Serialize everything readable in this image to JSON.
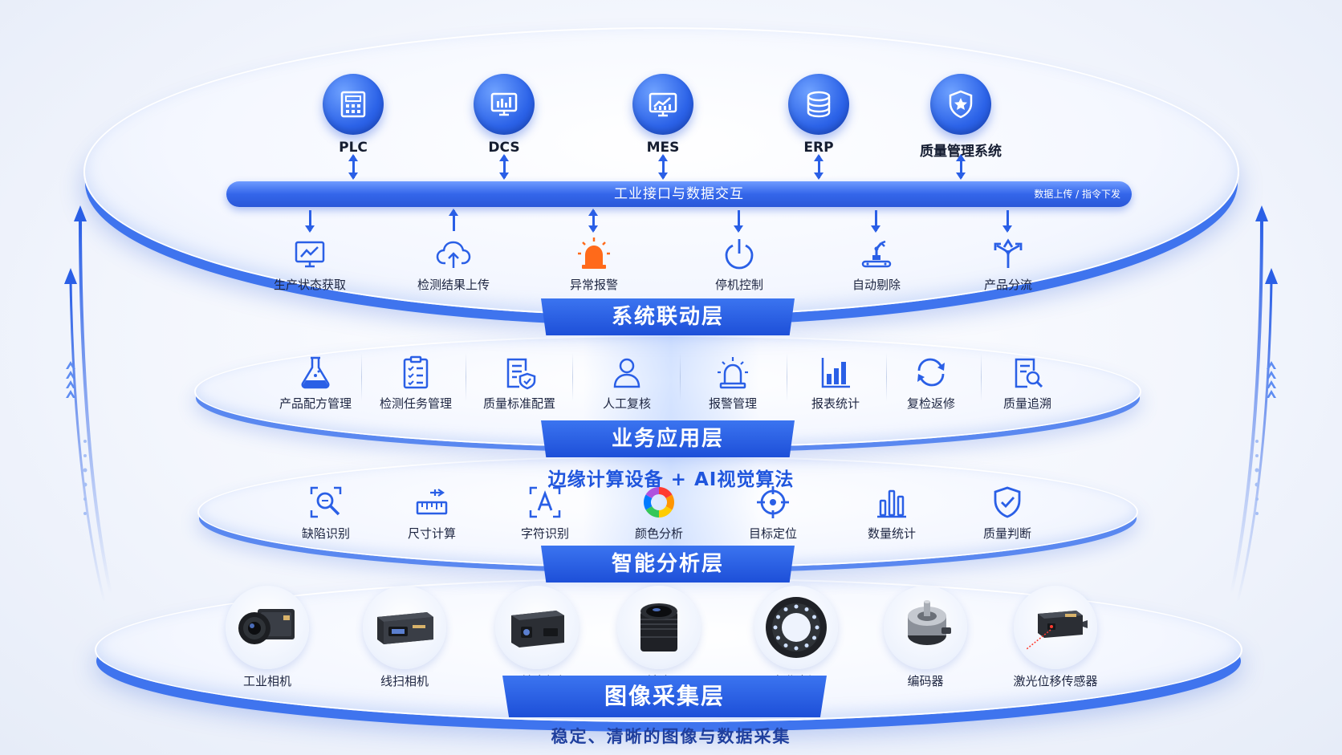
{
  "systems": [
    {
      "label": "PLC",
      "icon": "plc-icon"
    },
    {
      "label": "DCS",
      "icon": "dcs-icon"
    },
    {
      "label": "MES",
      "icon": "mes-icon"
    },
    {
      "label": "ERP",
      "icon": "erp-database-icon"
    },
    {
      "label": "质量管理系统",
      "icon": "shield-star-icon"
    }
  ],
  "bus": {
    "title": "工业接口与数据交互",
    "side_note": "数据上传 / 指令下发"
  },
  "linkage": {
    "banner": "系统联动层",
    "items": [
      {
        "label": "生产状态获取",
        "icon": "monitor-chart-icon"
      },
      {
        "label": "检测结果上传",
        "icon": "cloud-upload-icon"
      },
      {
        "label": "异常报警",
        "icon": "alarm-light-icon"
      },
      {
        "label": "停机控制",
        "icon": "power-icon"
      },
      {
        "label": "自动剔除",
        "icon": "robot-arm-icon"
      },
      {
        "label": "产品分流",
        "icon": "split-arrows-icon"
      }
    ]
  },
  "business": {
    "banner": "业务应用层",
    "items": [
      {
        "label": "产品配方管理",
        "icon": "flask-icon"
      },
      {
        "label": "检测任务管理",
        "icon": "checklist-icon"
      },
      {
        "label": "质量标准配置",
        "icon": "document-shield-icon"
      },
      {
        "label": "人工复核",
        "icon": "person-icon"
      },
      {
        "label": "报警管理",
        "icon": "alarm-icon"
      },
      {
        "label": "报表统计",
        "icon": "bar-chart-icon"
      },
      {
        "label": "复检返修",
        "icon": "refresh-icon"
      },
      {
        "label": "质量追溯",
        "icon": "document-search-icon"
      }
    ]
  },
  "edge_caption": "边缘计算设备 + AI视觉算法",
  "analysis": {
    "banner": "智能分析层",
    "items": [
      {
        "label": "缺陷识别",
        "icon": "defect-search-icon"
      },
      {
        "label": "尺寸计算",
        "icon": "ruler-icon"
      },
      {
        "label": "字符识别",
        "icon": "character-ocr-icon"
      },
      {
        "label": "颜色分析",
        "icon": "color-wheel-icon"
      },
      {
        "label": "目标定位",
        "icon": "target-icon"
      },
      {
        "label": "数量统计",
        "icon": "column-chart-icon"
      },
      {
        "label": "质量判断",
        "icon": "shield-check-icon"
      }
    ]
  },
  "acquisition": {
    "banner": "图像采集层",
    "items": [
      {
        "label": "工业相机",
        "icon": "industrial-camera-icon"
      },
      {
        "label": "线扫相机",
        "icon": "line-scan-camera-icon"
      },
      {
        "label": "3D轮廓相机",
        "icon": "3d-profile-camera-icon"
      },
      {
        "label": "镜头",
        "icon": "lens-icon"
      },
      {
        "label": "专业光源",
        "icon": "ring-light-icon"
      },
      {
        "label": "编码器",
        "icon": "encoder-icon"
      },
      {
        "label": "激光位移传感器",
        "icon": "laser-sensor-icon"
      }
    ]
  },
  "bottom_caption": "稳定、清晰的图像与数据采集",
  "colors": {
    "primary": "#2a5fe6",
    "banner": "#1d4fd8",
    "accent_orange": "#ff6a1a"
  }
}
